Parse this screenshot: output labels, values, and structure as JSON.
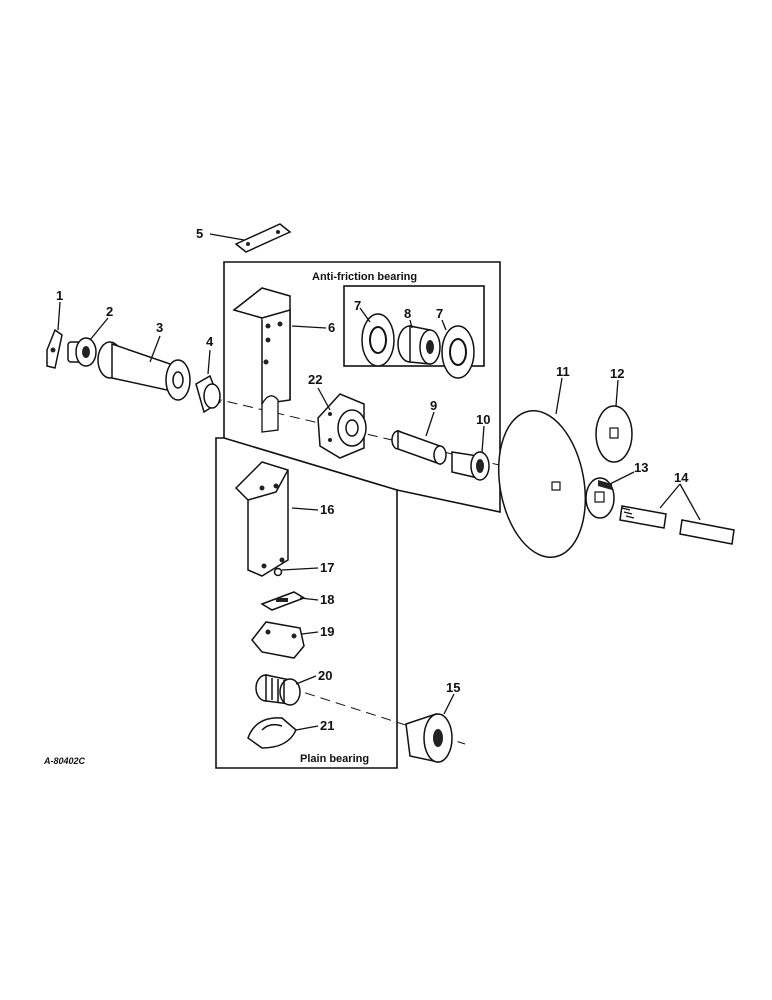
{
  "diagram": {
    "reference_code": "A-80402C",
    "groups": {
      "anti_friction": "Anti-friction bearing",
      "plain": "Plain bearing"
    },
    "callouts": [
      "1",
      "2",
      "3",
      "4",
      "5",
      "6",
      "7",
      "8",
      "7",
      "9",
      "10",
      "11",
      "12",
      "13",
      "14",
      "15",
      "16",
      "17",
      "18",
      "19",
      "20",
      "21",
      "22"
    ]
  }
}
